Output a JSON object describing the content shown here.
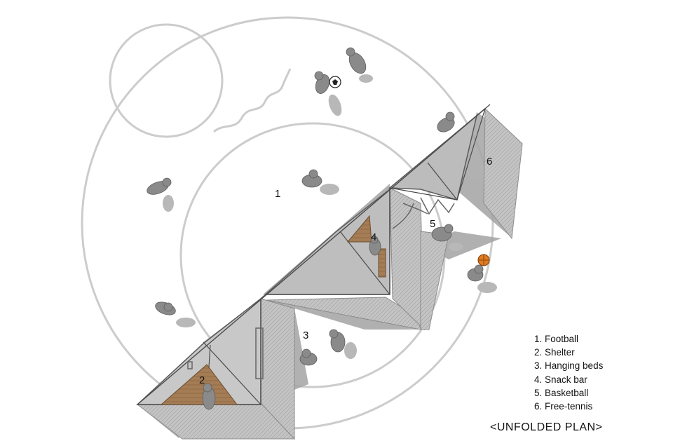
{
  "plan": {
    "zone_numbers": [
      "1",
      "2",
      "3",
      "4",
      "5",
      "6"
    ],
    "legend": [
      "1. Football",
      "2. Shelter",
      "3. Hanging beds",
      "4. Snack bar",
      "5. Basketball",
      "6. Free-tennis"
    ],
    "title": "<UNFOLDED PLAN>"
  },
  "colors": {
    "line": "#cccccc",
    "structure_fill": "#bdbdbd",
    "shadow_fill": "#9e9e9e",
    "wood": "#a47c55",
    "figure": "#8a8a8a",
    "basketball": "#e07a1e"
  }
}
